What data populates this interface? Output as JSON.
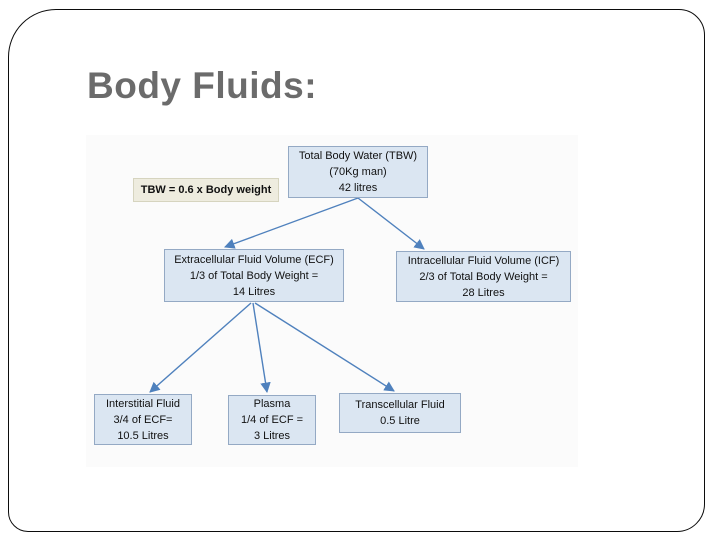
{
  "slide": {
    "title": "Body Fluids:"
  },
  "diagram": {
    "note": {
      "label": "TBW = 0.6 x Body weight"
    },
    "nodes": {
      "tbw": {
        "lines": [
          "Total Body Water (TBW)",
          "(70Kg man)",
          "42 litres"
        ]
      },
      "ecf": {
        "lines": [
          "Extracellular Fluid Volume (ECF)",
          "1/3 of Total Body Weight =",
          "14 Litres"
        ]
      },
      "icf": {
        "lines": [
          "Intracellular Fluid Volume (ICF)",
          "2/3 of Total Body Weight =",
          "28 Litres"
        ]
      },
      "interstitial": {
        "lines": [
          "Interstitial Fluid",
          "3/4 of ECF=",
          "10.5 Litres"
        ]
      },
      "plasma": {
        "lines": [
          "Plasma",
          "1/4 of ECF =",
          "3 Litres"
        ]
      },
      "transcellular": {
        "lines": [
          "Transcellular Fluid",
          "0.5 Litre"
        ]
      }
    },
    "edges": [
      {
        "from": "tbw",
        "to": "ecf"
      },
      {
        "from": "tbw",
        "to": "icf"
      },
      {
        "from": "ecf",
        "to": "interstitial"
      },
      {
        "from": "ecf",
        "to": "plasma"
      },
      {
        "from": "ecf",
        "to": "transcellular"
      }
    ],
    "colors": {
      "node_fill": "#dbe6f2",
      "node_border": "#94a9c4",
      "note_fill": "#eeecdf",
      "note_border": "#d6d4bf",
      "arrow": "#4f81bd",
      "title_text": "#6b6b6b"
    }
  }
}
